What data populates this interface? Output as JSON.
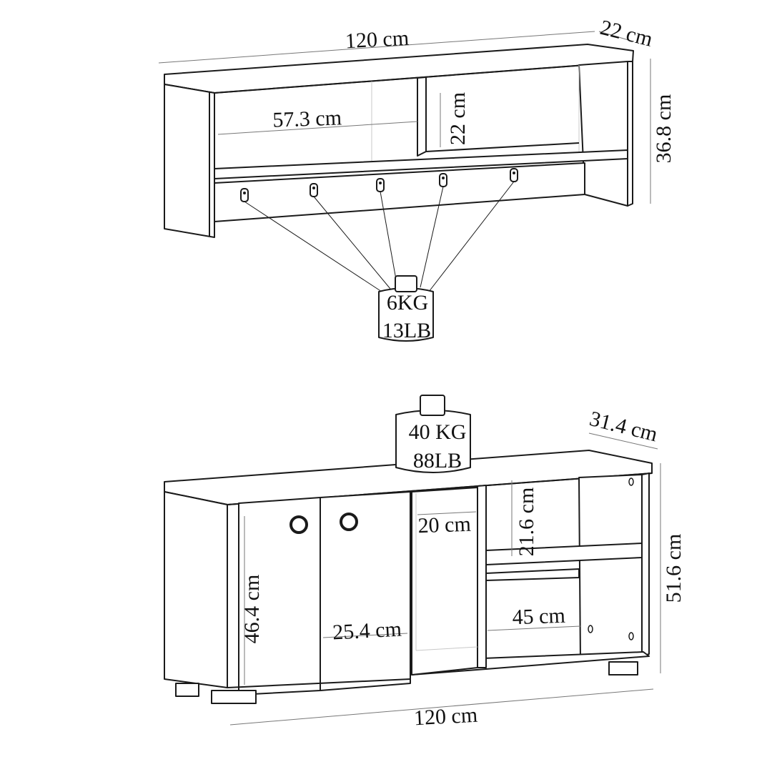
{
  "wall_shelf": {
    "width_label": "120 cm",
    "depth_label": "22 cm",
    "height_label": "36.8 cm",
    "compartment_width_label": "57.3 cm",
    "compartment_height_label": "22 cm",
    "weight_kg": "6KG",
    "weight_lb": "13LB",
    "hook_count": 5
  },
  "cabinet": {
    "width_label": "120 cm",
    "depth_label": "31.4 cm",
    "height_label": "51.6 cm",
    "door_height_label": "46.4 cm",
    "door_width_label": "25.4 cm",
    "middle_width_label": "20 cm",
    "shelf_height_label": "21.6 cm",
    "open_width_label": "45 cm",
    "weight_kg": "40 KG",
    "weight_lb": "88LB"
  }
}
